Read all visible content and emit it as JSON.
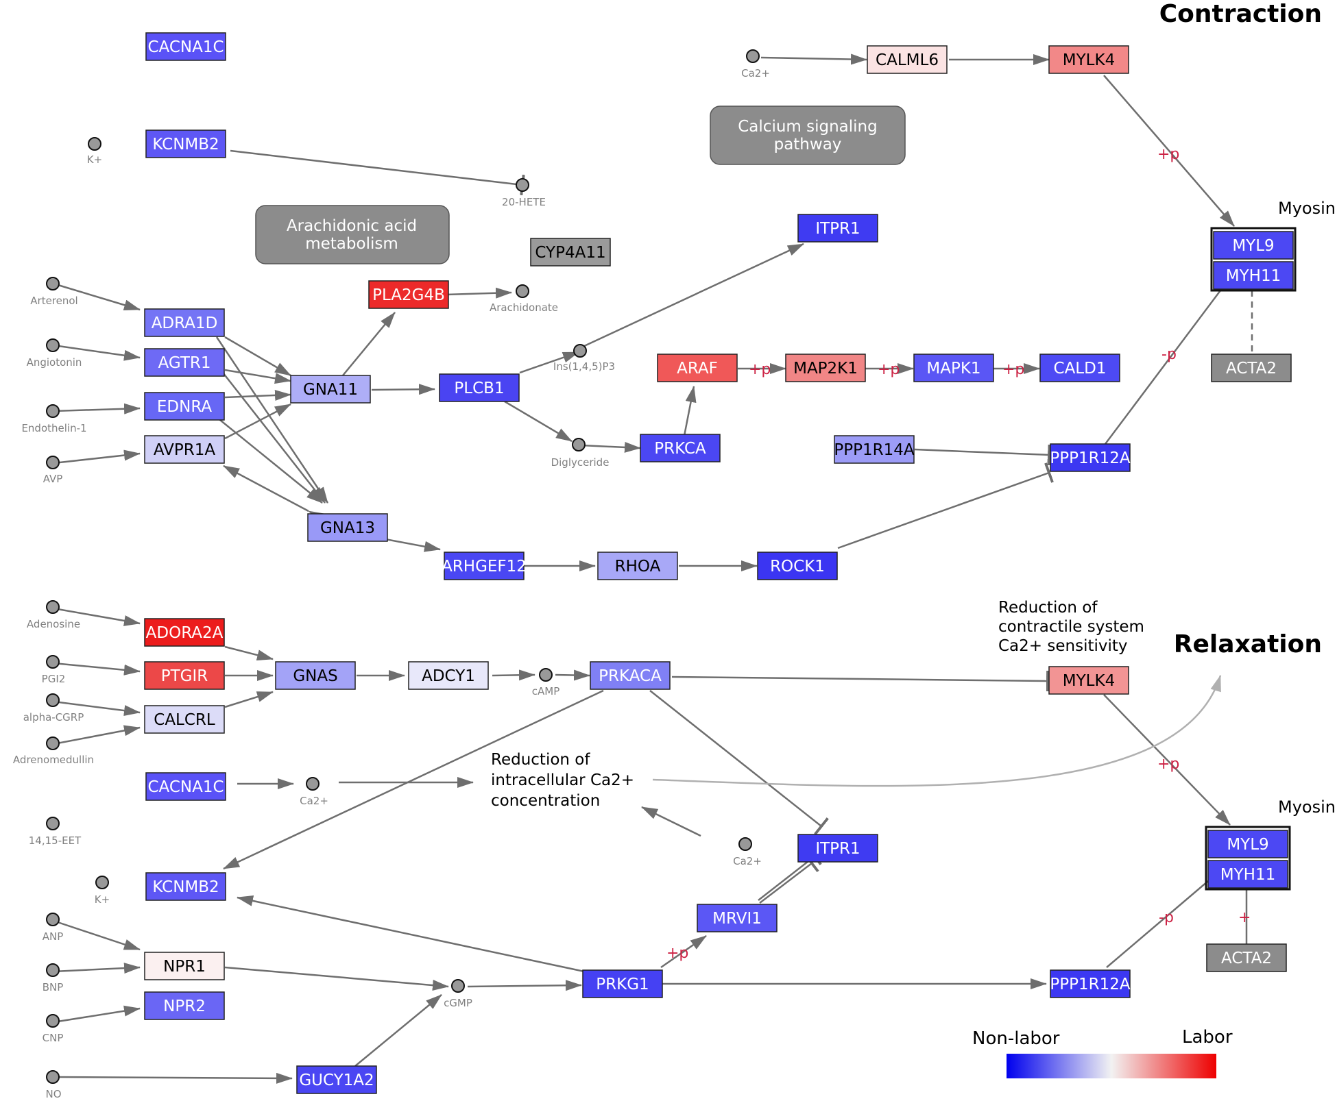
{
  "headings": {
    "contraction": "Contraction",
    "relaxation": "Relaxation"
  },
  "group_labels": {
    "myosin_top": "Myosin",
    "myosin_bottom": "Myosin"
  },
  "notes": {
    "reduction_sensitivity": [
      "Reduction of",
      "contractile system",
      "Ca2+ sensitivity"
    ],
    "reduction_calcium": [
      "Reduction of",
      "intracellular Ca2+",
      "concentration"
    ]
  },
  "pathways": {
    "calcium": [
      "Calcium signaling",
      "pathway"
    ],
    "arachidonic": [
      "Arachidonic acid",
      "metabolism"
    ]
  },
  "legend": {
    "left_label": "Non-labor",
    "right_label": "Labor",
    "colors": [
      "#0000ee",
      "#f2f2f2",
      "#ee0000"
    ]
  },
  "genes": [
    {
      "id": "CACNA1C_top",
      "label": "CACNA1C",
      "color": "#5a52f7"
    },
    {
      "id": "KCNMB2_top",
      "label": "KCNMB2",
      "color": "#5e57f5"
    },
    {
      "id": "CYP4A11",
      "label": "CYP4A11",
      "color": "#9a9a9a"
    },
    {
      "id": "PLA2G4B",
      "label": "PLA2G4B",
      "color": "#ec2a2a"
    },
    {
      "id": "ADRA1D",
      "label": "ADRA1D",
      "color": "#7474f5"
    },
    {
      "id": "AGTR1",
      "label": "AGTR1",
      "color": "#6e6af5"
    },
    {
      "id": "EDNRA",
      "label": "EDNRA",
      "color": "#6767f5"
    },
    {
      "id": "AVPR1A",
      "label": "AVPR1A",
      "color": "#d0d0f7"
    },
    {
      "id": "GNA11",
      "label": "GNA11",
      "color": "#aeaef7"
    },
    {
      "id": "GNA13",
      "label": "GNA13",
      "color": "#9999f7"
    },
    {
      "id": "PLCB1",
      "label": "PLCB1",
      "color": "#4a44f2"
    },
    {
      "id": "ITPR1_top",
      "label": "ITPR1",
      "color": "#3f3bf2"
    },
    {
      "id": "ARAF",
      "label": "ARAF",
      "color": "#f05858"
    },
    {
      "id": "MAP2K1",
      "label": "MAP2K1",
      "color": "#f18686"
    },
    {
      "id": "MAPK1",
      "label": "MAPK1",
      "color": "#5a56f5"
    },
    {
      "id": "CALD1",
      "label": "CALD1",
      "color": "#4d4af4"
    },
    {
      "id": "PRKCA",
      "label": "PRKCA",
      "color": "#4b47f3"
    },
    {
      "id": "CALML6",
      "label": "CALML6",
      "color": "#fbe3e3"
    },
    {
      "id": "MYLK4_top",
      "label": "MYLK4",
      "color": "#f28888"
    },
    {
      "id": "MYL9_top",
      "label": "MYL9",
      "color": "#4c48f3"
    },
    {
      "id": "MYH11_top",
      "label": "MYH11",
      "color": "#4c48f3"
    },
    {
      "id": "ACTA2_top",
      "label": "ACTA2",
      "color": "#8c8c8c"
    },
    {
      "id": "PPP1R14A",
      "label": "PPP1R14A",
      "color": "#9c9cf7"
    },
    {
      "id": "PPP1R12A_top",
      "label": "PPP1R12A",
      "color": "#3c38f2"
    },
    {
      "id": "ARHGEF12",
      "label": "ARHGEF12",
      "color": "#4a47f3"
    },
    {
      "id": "RHOA",
      "label": "RHOA",
      "color": "#a8a8f7"
    },
    {
      "id": "ROCK1",
      "label": "ROCK1",
      "color": "#3b35f2"
    },
    {
      "id": "ADORA2A",
      "label": "ADORA2A",
      "color": "#ec1c1c"
    },
    {
      "id": "PTGIR",
      "label": "PTGIR",
      "color": "#ec4848"
    },
    {
      "id": "CALCRL",
      "label": "CALCRL",
      "color": "#dcdcf8"
    },
    {
      "id": "GNAS",
      "label": "GNAS",
      "color": "#a3a3f7"
    },
    {
      "id": "ADCY1",
      "label": "ADCY1",
      "color": "#e8e8fa"
    },
    {
      "id": "PRKACA",
      "label": "PRKACA",
      "color": "#8080f5"
    },
    {
      "id": "MYLK4_bottom",
      "label": "MYLK4",
      "color": "#f29494"
    },
    {
      "id": "CACNA1C_bottom",
      "label": "CACNA1C",
      "color": "#5a52f7"
    },
    {
      "id": "KCNMB2_bottom",
      "label": "KCNMB2",
      "color": "#5e57f5"
    },
    {
      "id": "ITPR1_bottom",
      "label": "ITPR1",
      "color": "#3f3bf2"
    },
    {
      "id": "MRVI1",
      "label": "MRVI1",
      "color": "#5b57f5"
    },
    {
      "id": "NPR1",
      "label": "NPR1",
      "color": "#fbf0f0"
    },
    {
      "id": "NPR2",
      "label": "NPR2",
      "color": "#6a66f5"
    },
    {
      "id": "PRKG1",
      "label": "PRKG1",
      "color": "#4541f3"
    },
    {
      "id": "GUCY1A2",
      "label": "GUCY1A2",
      "color": "#4a46f3"
    },
    {
      "id": "PPP1R12A_bottom",
      "label": "PPP1R12A",
      "color": "#3c38f2"
    },
    {
      "id": "MYL9_bottom",
      "label": "MYL9",
      "color": "#4c48f3"
    },
    {
      "id": "MYH11_bottom",
      "label": "MYH11",
      "color": "#4c48f3"
    },
    {
      "id": "ACTA2_bottom",
      "label": "ACTA2",
      "color": "#8c8c8c"
    }
  ],
  "metabolites": [
    {
      "id": "ca_top",
      "label": "Ca2+"
    },
    {
      "id": "k_top",
      "label": "K+"
    },
    {
      "id": "hete",
      "label": "20-HETE"
    },
    {
      "id": "arterenol",
      "label": "Arterenol"
    },
    {
      "id": "arachidonate",
      "label": "Arachidonate"
    },
    {
      "id": "angiotonin",
      "label": "Angiotonin"
    },
    {
      "id": "ip3",
      "label": "Ins(1,4,5)P3"
    },
    {
      "id": "endothelin",
      "label": "Endothelin-1"
    },
    {
      "id": "diglyceride",
      "label": "Diglyceride"
    },
    {
      "id": "avp",
      "label": "AVP"
    },
    {
      "id": "adenosine",
      "label": "Adenosine"
    },
    {
      "id": "pgi2",
      "label": "PGI2"
    },
    {
      "id": "camp",
      "label": "cAMP"
    },
    {
      "id": "cgrp",
      "label": "alpha-CGRP"
    },
    {
      "id": "adrenomedullin",
      "label": "Adrenomedullin"
    },
    {
      "id": "ca_mid",
      "label": "Ca2+"
    },
    {
      "id": "eet",
      "label": "14,15-EET"
    },
    {
      "id": "ca_bottom",
      "label": "Ca2+"
    },
    {
      "id": "k_bottom",
      "label": "K+"
    },
    {
      "id": "anp",
      "label": "ANP"
    },
    {
      "id": "bnp",
      "label": "BNP"
    },
    {
      "id": "cgmp",
      "label": "cGMP"
    },
    {
      "id": "cnp",
      "label": "CNP"
    },
    {
      "id": "no",
      "label": "NO"
    }
  ],
  "annotations": {
    "plus_p": "+p",
    "minus_p": "-p",
    "plus": "+"
  }
}
